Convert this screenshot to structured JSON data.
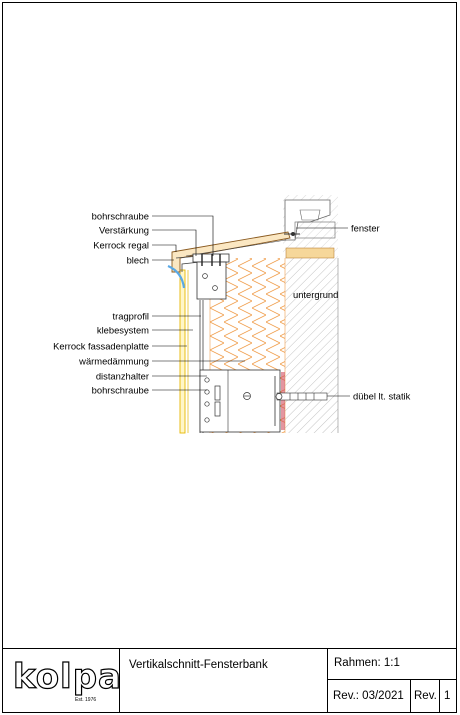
{
  "drawing": {
    "labels_left": [
      "bohrschraube",
      "Verstärkung",
      "Kerrock regal",
      "blech",
      "tragprofil",
      "klebesystem",
      "Kerrock fassadenplatte",
      "wärmedämmung",
      "distanzhalter",
      "bohrschraube"
    ],
    "label_fenster": "fenster",
    "label_untergrund": "untergrund",
    "label_duebel": "dübel lt. statik"
  },
  "title_block": {
    "logo_text": "kolpa",
    "logo_sub": "Est. 1976",
    "title": "Vertikalschnitt-Fensterbank",
    "scale": "Rahmen: 1:1",
    "revision_date": "Rev.: 03/2021",
    "revision_label": "Rev.",
    "revision_number": "1"
  },
  "colors": {
    "insulation": "#f0a050",
    "fassade": "#e6b800",
    "sill_fill": "#fbe7c2",
    "bracket_blue": "#5aa9e6",
    "seal_red": "#d05060"
  }
}
